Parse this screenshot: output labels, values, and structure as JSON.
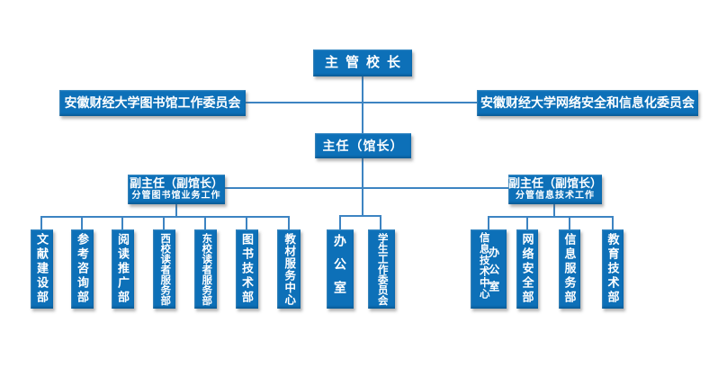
{
  "page": {
    "background": "#ffffff"
  },
  "org": {
    "president": {
      "label": "主管校长"
    },
    "committees": {
      "library": {
        "label": "安徽财经大学图书馆工作委员会"
      },
      "network": {
        "label": "安徽财经大学网络安全和信息化委员会"
      }
    },
    "director": {
      "label": "主任（馆长）"
    },
    "deputies": {
      "left": {
        "title": "副主任（副馆长）",
        "subtitle": "分管图书馆业务工作"
      },
      "right": {
        "title": "副主任（副馆长）",
        "subtitle": "分管信息技术工作"
      }
    },
    "left_departments": [
      {
        "label": "文献建设部"
      },
      {
        "label": "参考咨询部"
      },
      {
        "label": "阅读推广部"
      },
      {
        "label": "西校读者服务部"
      },
      {
        "label": "东校读者服务部"
      },
      {
        "label": "图书技术部"
      },
      {
        "label": "教材服务中心"
      }
    ],
    "middle_departments": [
      {
        "label": "办公室"
      },
      {
        "label": "学生工作委员会"
      }
    ],
    "right_departments": [
      {
        "label": "办公室",
        "sub_label": "信息技术中心"
      },
      {
        "label": "网络安全部"
      },
      {
        "label": "信息服务部"
      },
      {
        "label": "教育技术部"
      }
    ],
    "colors": {
      "box_fill": "#0d70b8",
      "connector": "#3d84c2",
      "text": "#ffffff"
    }
  }
}
